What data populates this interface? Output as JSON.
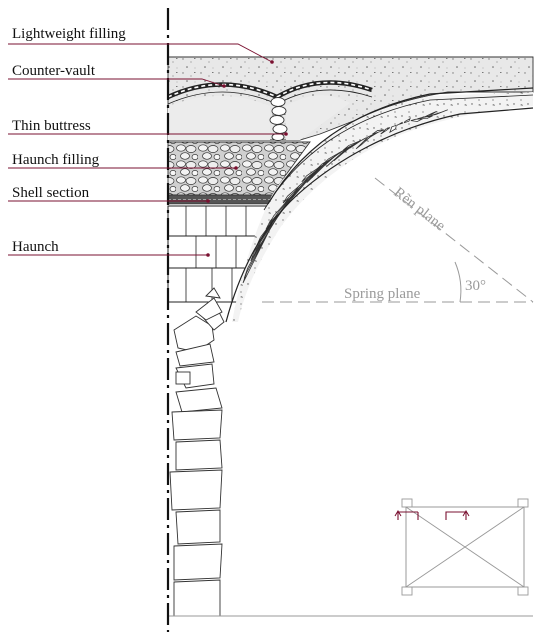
{
  "labels": {
    "lightweight_filling": "Lightweight filling",
    "counter_vault": "Counter-vault",
    "thin_buttress": "Thin buttress",
    "haunch_filling": "Haunch filling",
    "shell_section": "Shell section",
    "haunch": "Haunch"
  },
  "planes": {
    "ren_plane": "Rẽn plane",
    "spring_plane": "Spring plane",
    "angle": "30°"
  },
  "colors": {
    "leader": "#7a1030",
    "ink": "#222222",
    "plane_gray": "#9a9a9a",
    "fill_gray": "#e6e6e6",
    "haunch_fill_gray": "#d4d4d4"
  }
}
